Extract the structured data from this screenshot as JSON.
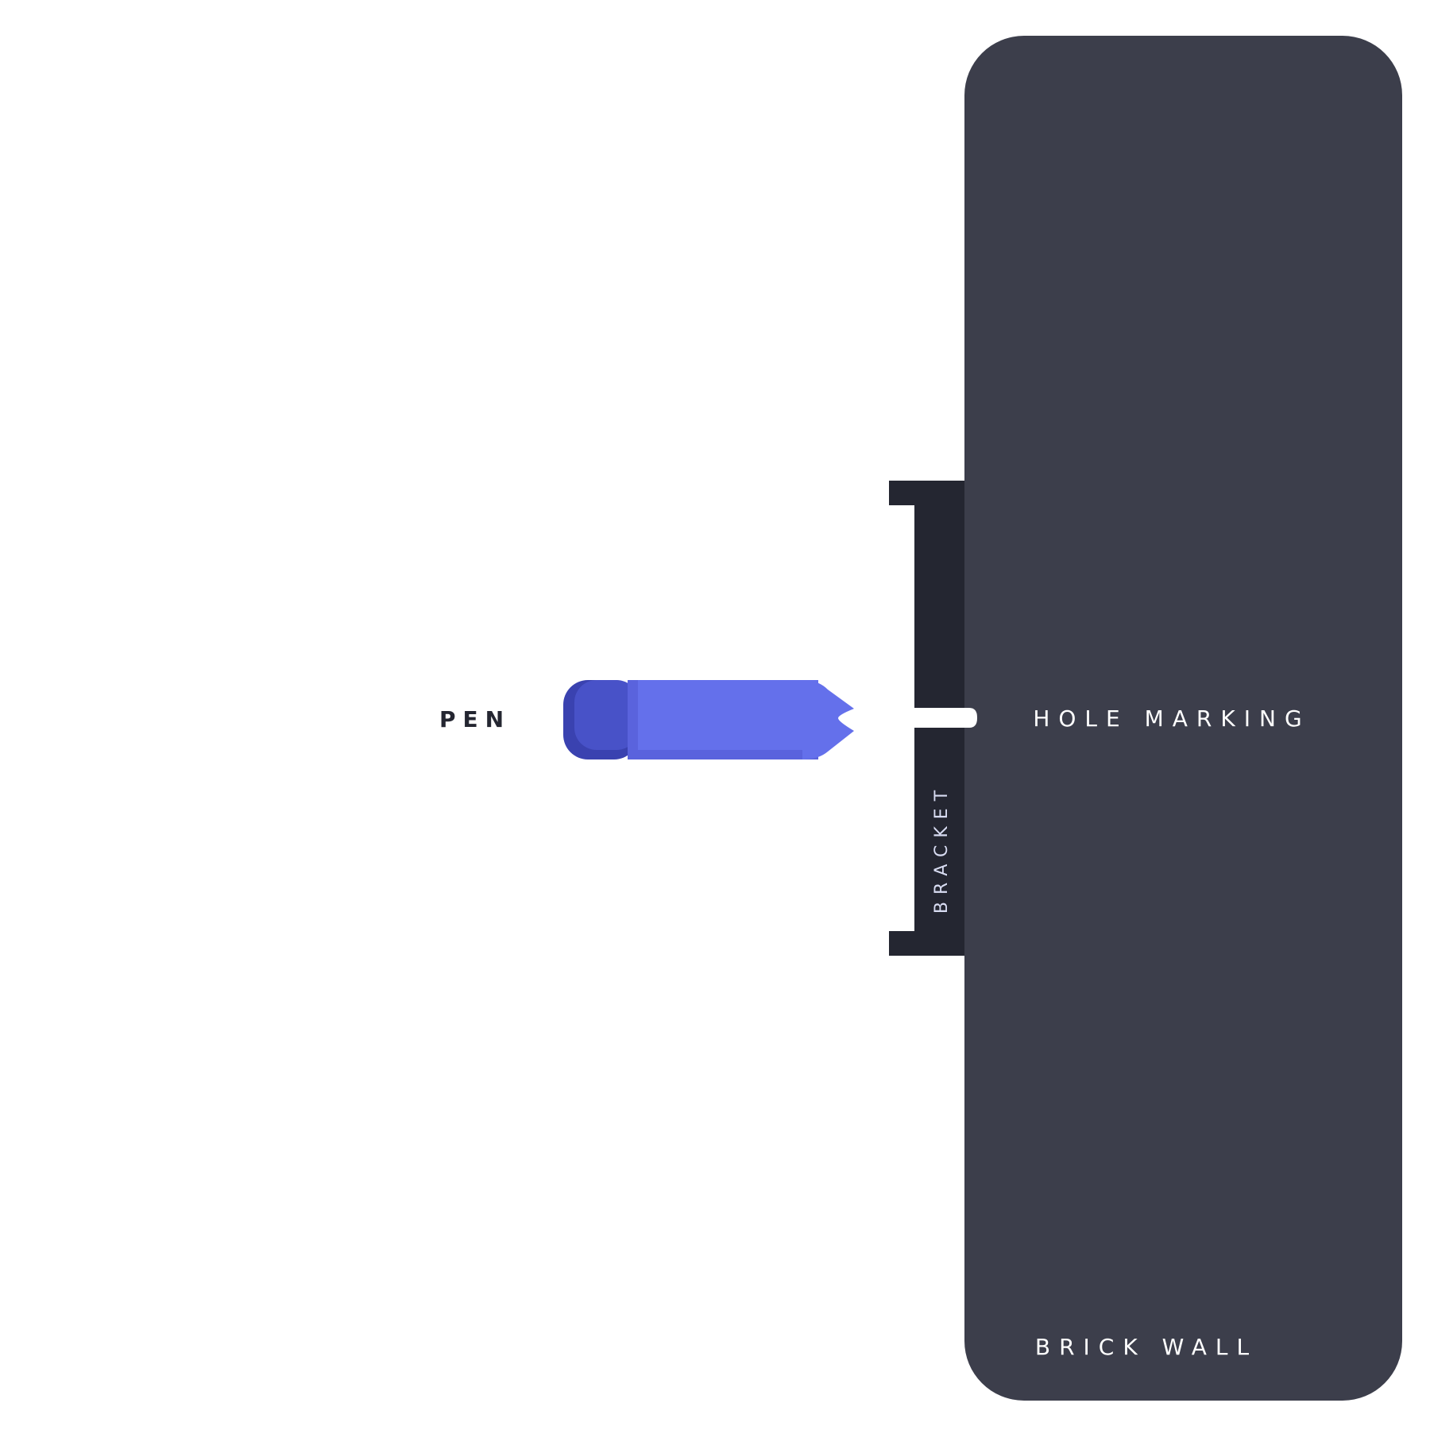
{
  "labels": {
    "pen": "PEN",
    "hole_marking": "HOLE MARKING",
    "bracket": "BRACKET",
    "brick_wall": "BRICK WALL"
  },
  "colors": {
    "background": "#ffffff",
    "wall": "#3c3e4b",
    "bracket": "#242631",
    "pen_body": "#6470eb",
    "pen_cap": "#4852c8",
    "pen_cap_shadow": "#3a42b0",
    "pen_tip": "#6470eb",
    "hole_channel": "#ffffff",
    "dark_text": "#242631",
    "light_text": "#ffffff",
    "bracket_text": "#d8dcf2"
  }
}
